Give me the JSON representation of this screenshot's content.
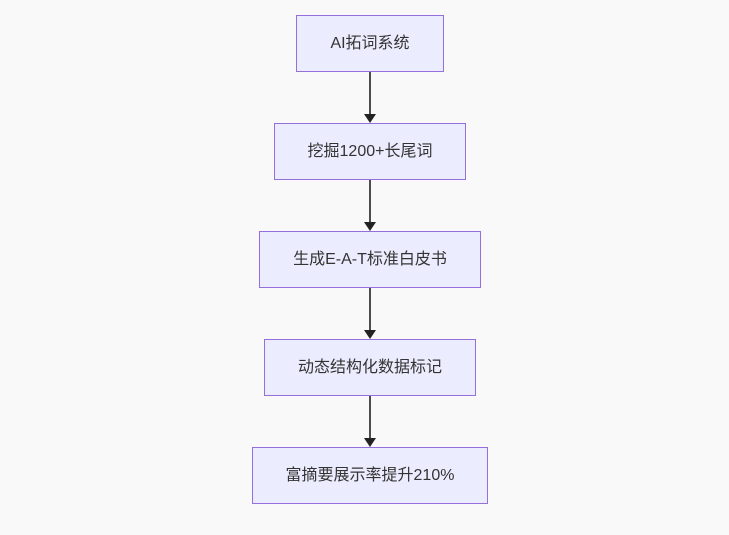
{
  "diagram": {
    "type": "flowchart",
    "direction": "top-down",
    "nodes": [
      {
        "id": "A",
        "label": "AI拓词系统"
      },
      {
        "id": "B",
        "label": "挖掘1200+长尾词"
      },
      {
        "id": "C",
        "label": "生成E-A-T标准白皮书"
      },
      {
        "id": "D",
        "label": "动态结构化数据标记"
      },
      {
        "id": "E",
        "label": "富摘要展示率提升210%"
      }
    ],
    "edges": [
      {
        "from": "A",
        "to": "B"
      },
      {
        "from": "B",
        "to": "C"
      },
      {
        "from": "C",
        "to": "D"
      },
      {
        "from": "D",
        "to": "E"
      }
    ],
    "colors": {
      "node_fill": "#ECECFF",
      "node_border": "#9370DB",
      "arrow": "#333333",
      "text": "#333333",
      "background": "#F9F9F9"
    }
  }
}
